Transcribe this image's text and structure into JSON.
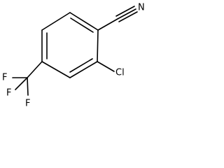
{
  "molecule": {
    "atoms": {
      "nitrogen": "N",
      "chlorine": "Cl",
      "fluorine_1": "F",
      "fluorine_2": "F",
      "fluorine_3": "F"
    }
  }
}
